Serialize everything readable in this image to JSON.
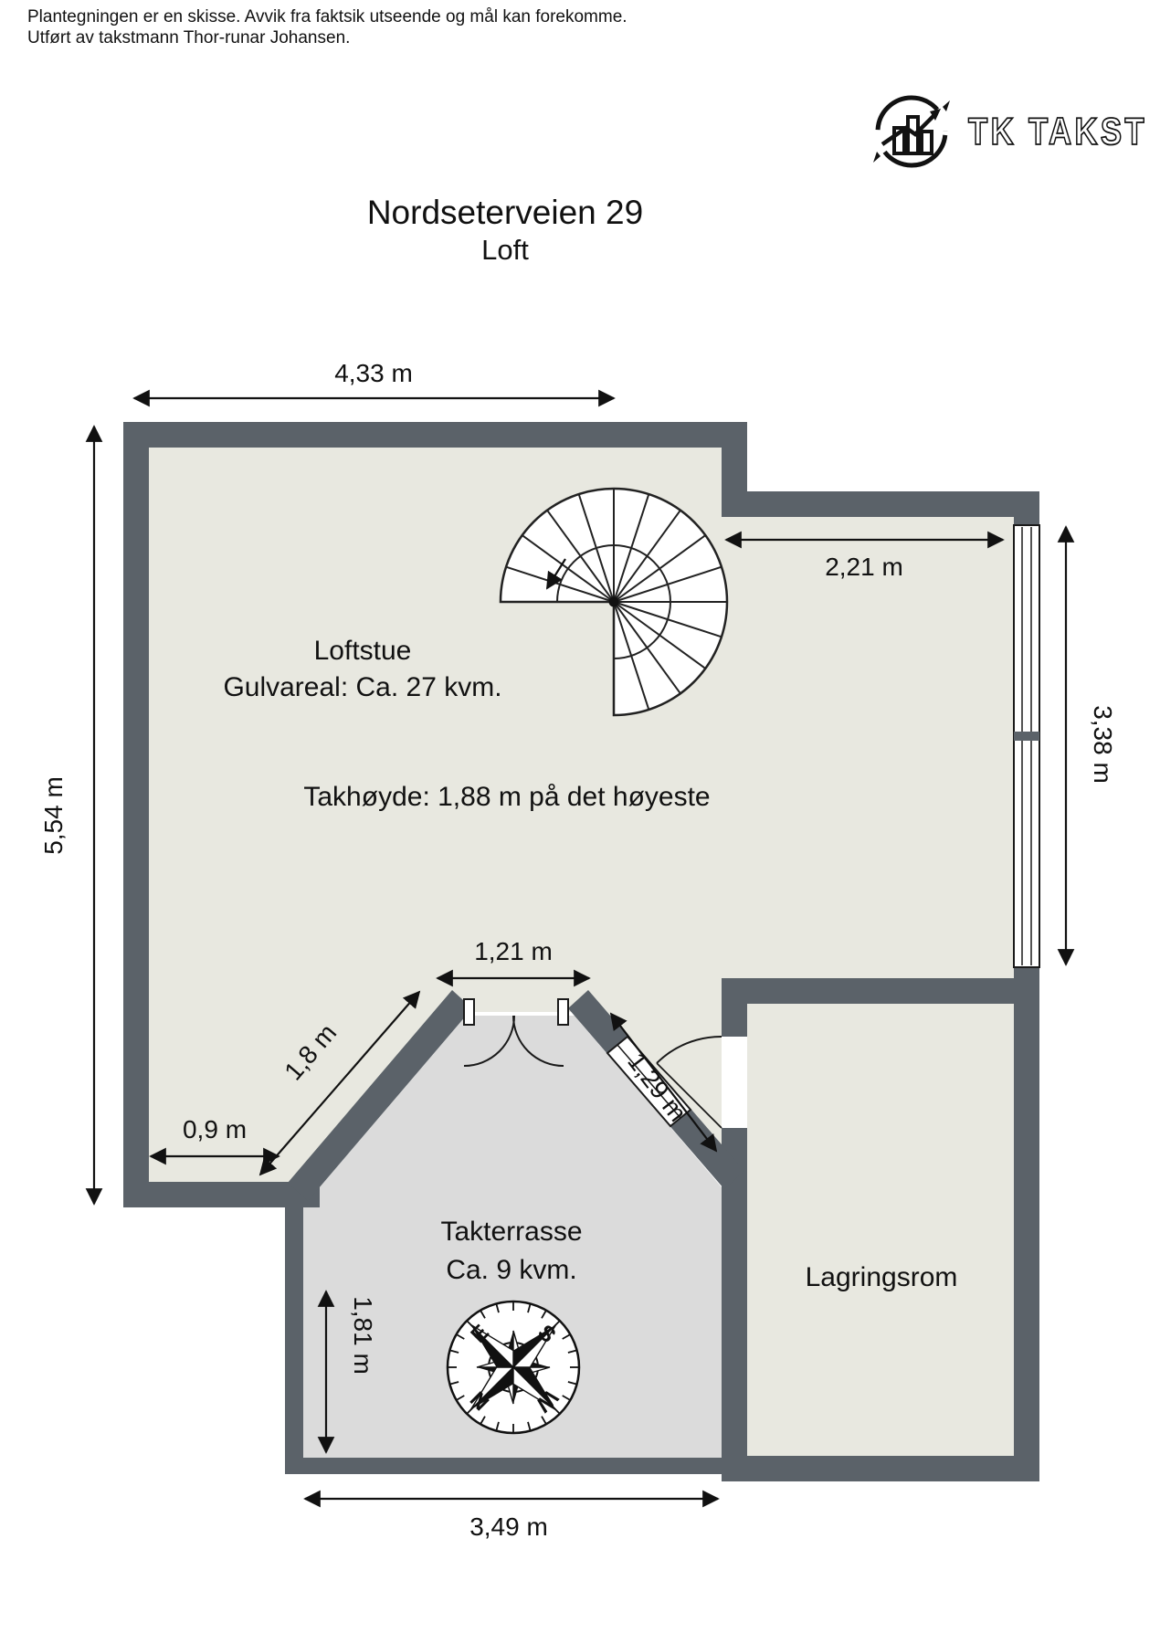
{
  "disclaimer": {
    "line1": "Plantegningen er en skisse. Avvik fra faktsik utseende og mål kan forekomme.",
    "line2": "Utført av takstmann Thor-runar Johansen."
  },
  "logo": {
    "brand": "TK TAKST"
  },
  "header": {
    "title": "Nordseterveien 29",
    "subtitle": "Loft"
  },
  "rooms": {
    "loftstue": {
      "name": "Loftstue",
      "area": "Gulvareal: Ca. 27 kvm.",
      "note": "Takhøyde: 1,88 m på det høyeste"
    },
    "takterrasse": {
      "name": "Takterrasse",
      "area": "Ca. 9 kvm."
    },
    "lagringsrom": {
      "name": "Lagringsrom"
    }
  },
  "dimensions": {
    "top": "4,33 m",
    "left": "5,54 m",
    "wing": "2,21 m",
    "right_side": "3,38 m",
    "terrace_door": "1,21 m",
    "diagonal_left": "1,8 m",
    "left_small": "0,9 m",
    "diagonal_right": "1,29 m",
    "terrace_height": "1,81 m",
    "terrace_bottom": "3,49 m"
  },
  "compass": {
    "north": "N",
    "east": "E",
    "south": "S",
    "west": "W"
  },
  "colors": {
    "wall": "#5b6269",
    "room_floor": "#e8e8e0",
    "terrace_floor": "#dbdbdb",
    "line": "#111111"
  }
}
